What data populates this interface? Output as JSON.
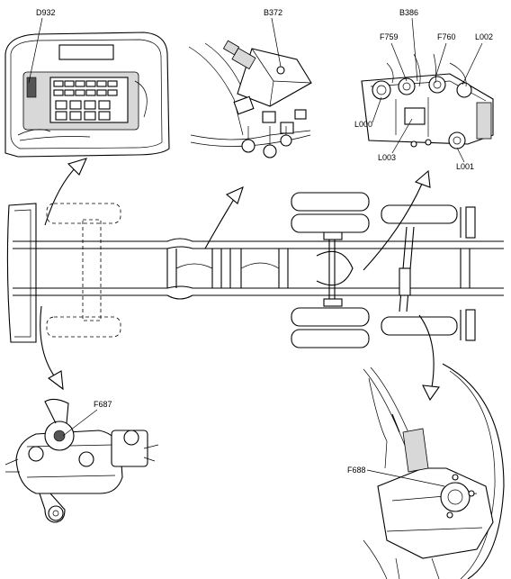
{
  "labels": {
    "d932": "D932",
    "b372": "B372",
    "b386": "B386",
    "f759": "F759",
    "f760": "F760",
    "l002": "L002",
    "l000": "L000",
    "l003": "L003",
    "l001": "L001",
    "f687": "F687",
    "f688": "F688"
  }
}
